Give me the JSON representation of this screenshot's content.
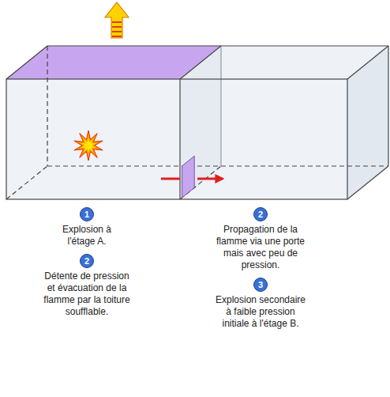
{
  "diagram": {
    "labels": [
      "1",
      "Explosion à l'étage A.",
      "2",
      "Détente de pression et évacuation de la flamme par la toiture soufflable.",
      "2",
      "Propagation de la flamme via une porte mais avec peu de pression.",
      "3",
      "Explosion secondaire à faible pression initiale à l'étage B."
    ]
  }
}
